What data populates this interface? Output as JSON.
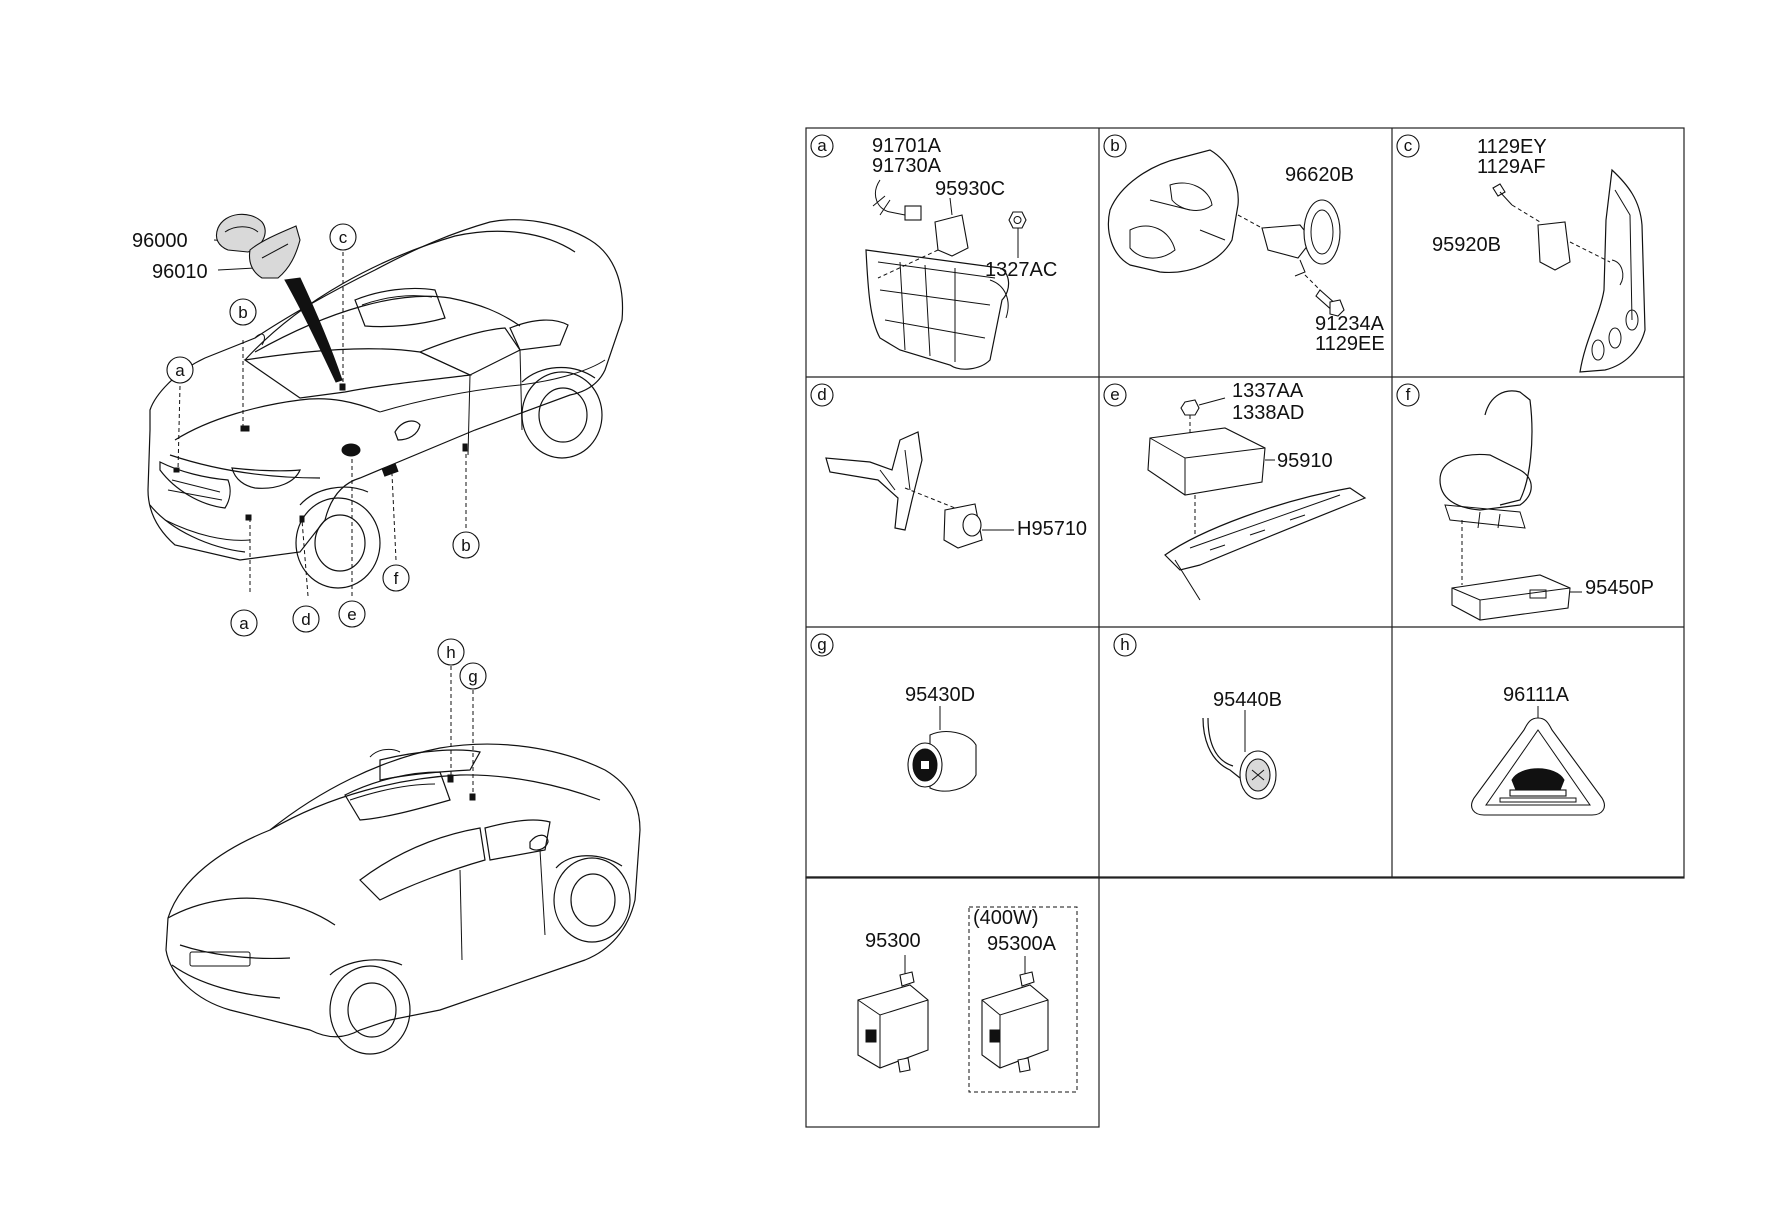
{
  "car_front": {
    "callouts": {
      "a_top": "a",
      "b_top": "b",
      "c_top": "c",
      "a_bottom": "a",
      "d": "d",
      "e": "e",
      "f": "f",
      "b_right": "b"
    },
    "labels": {
      "key_fob": "96000",
      "smart_key": "96010"
    }
  },
  "car_rear": {
    "callouts": {
      "h": "h",
      "g": "g"
    }
  },
  "grid": {
    "a": {
      "letter": "a",
      "parts": [
        "91701A",
        "91730A",
        "95930C",
        "1327AC"
      ]
    },
    "b": {
      "letter": "b",
      "parts": [
        "96620B",
        "91234A",
        "1129EE"
      ]
    },
    "c": {
      "letter": "c",
      "parts": [
        "1129EY",
        "1129AF",
        "95920B"
      ]
    },
    "d": {
      "letter": "d",
      "parts": [
        "H95710"
      ]
    },
    "e": {
      "letter": "e",
      "parts": [
        "1337AA",
        "1338AD",
        "95910"
      ]
    },
    "f": {
      "letter": "f",
      "parts": [
        "95450P"
      ]
    },
    "g": {
      "letter": "g",
      "parts": [
        "95430D"
      ]
    },
    "h": {
      "letter": "h",
      "parts": [
        "95440B"
      ]
    },
    "i": {
      "parts": [
        "96111A"
      ]
    },
    "j": {
      "parts": [
        "95300",
        "95300A"
      ],
      "variant": "(400W)"
    }
  }
}
